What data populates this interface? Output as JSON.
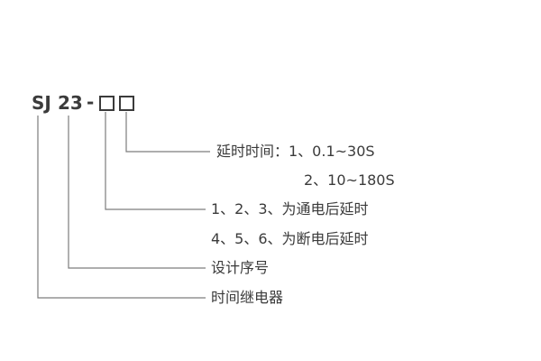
{
  "model": {
    "prefix": "SJ",
    "number": "23",
    "separator": "-",
    "placeholder_count": 2
  },
  "labels": {
    "delay_time_title": "延时时间：1、0.1~30S",
    "delay_time_option2": "2、10~180S",
    "power_on_delay": "1、2、3、为通电后延时",
    "power_off_delay": "4、5、6、为断电后延时",
    "design_serial": "设计序号",
    "product_name": "时间继电器"
  },
  "colors": {
    "text": "#3b3b3b",
    "line": "#7d7d7d",
    "background": "#ffffff"
  }
}
